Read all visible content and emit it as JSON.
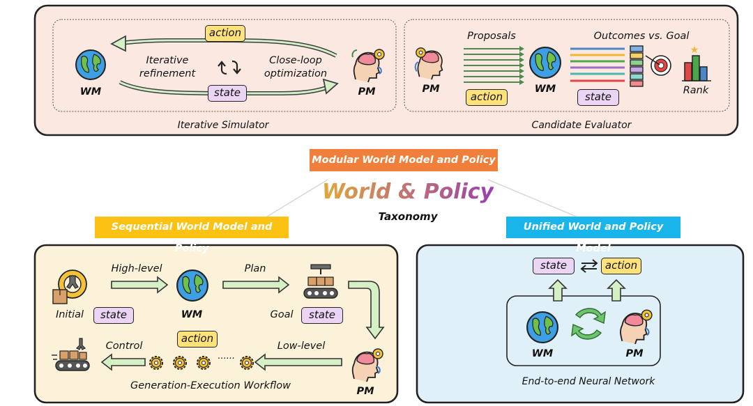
{
  "center": {
    "title": "World & Policy",
    "subtitle": "Taxonomy"
  },
  "categories": {
    "modular": "Modular World Model and Policy",
    "sequential": "Sequential World Model and Policy",
    "unified": "Unified World and Policy Model"
  },
  "colors": {
    "modular_banner": "#ef7f3a",
    "sequential_banner": "#fbc213",
    "unified_banner": "#19b4ea",
    "top_panel": "#fbe9e1",
    "sequential_panel": "#fcf2d9",
    "unified_panel": "#dff0f8",
    "state_chip": "#ecd4f4",
    "action_chip": "#ffe27a",
    "arrow_fill": "#d6f0c6"
  },
  "iterative": {
    "caption": "Iterative Simulator",
    "action": "action",
    "state": "state",
    "left_label": "Iterative\nrefinement",
    "right_label": "Close-loop\noptimization",
    "wm": "WM",
    "pm": "PM",
    "cycle_icon": "refresh-icon"
  },
  "candidate": {
    "caption": "Candidate Evaluator",
    "proposals": "Proposals",
    "outcomes": "Outcomes vs. Goal",
    "pm": "PM",
    "wm": "WM",
    "rank": "Rank",
    "action": "action",
    "state": "state",
    "rank_icon": "bar-chart-icon"
  },
  "sequential": {
    "caption": "Generation-Execution Workflow",
    "high_level": "High-level",
    "plan": "Plan",
    "initial": "Initial",
    "state": "state",
    "wm": "WM",
    "goal": "Goal",
    "goal_state": "state",
    "control": "Control",
    "action": "action",
    "low_level": "Low-level",
    "pm": "PM",
    "dots": "······"
  },
  "unified": {
    "caption": "End-to-end Neural Network",
    "state": "state",
    "action": "action",
    "wm": "WM",
    "pm": "PM"
  }
}
